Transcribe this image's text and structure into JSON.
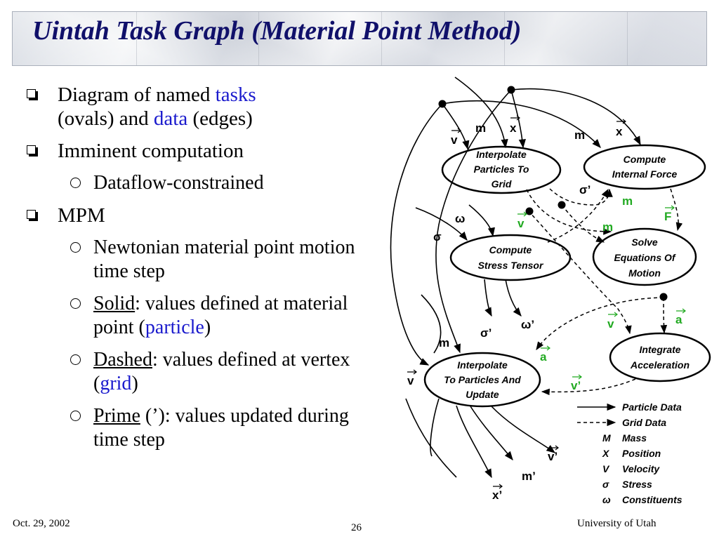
{
  "slide": {
    "title": "Uintah Task Graph (Material Point Method)",
    "footer_date": "Oct. 29, 2002",
    "page_number": "26",
    "footer_org": "University of Utah"
  },
  "bullets": {
    "b1_pre": "Diagram of named ",
    "b1_tasks": "tasks",
    "b1_mid": "(ovals) and ",
    "b1_data": "data",
    "b1_post": " (edges)",
    "b2": "Imminent computation",
    "b2_sub1": "Dataflow-constrained",
    "b3": "MPM",
    "b3_sub1": "Newtonian material point motion time step",
    "b3_sub2_u": "Solid",
    "b3_sub2_pre": ": values defined at material point (",
    "b3_sub2_blue": "particle",
    "b3_sub2_post": ")",
    "b3_sub3_u": "Dashed",
    "b3_sub3_pre": ": values defined at vertex (",
    "b3_sub3_blue": "grid",
    "b3_sub3_post": ")",
    "b3_sub4_u": "Prime",
    "b3_sub4_rest": " (’): values updated during time step"
  },
  "diagram": {
    "nodes": {
      "interp_p2g": [
        "Interpolate",
        "Particles To",
        "Grid"
      ],
      "compute_internal": [
        "Compute",
        "Internal Force"
      ],
      "compute_stress": [
        "Compute",
        "Stress Tensor"
      ],
      "solve_eq": [
        "Solve",
        "Equations Of",
        "Motion"
      ],
      "integrate_acc": [
        "Integrate",
        "Acceleration"
      ],
      "interp_update": [
        "Interpolate",
        "To Particles And",
        "Update"
      ]
    },
    "edge_labels": {
      "m": "m",
      "x": "x",
      "v": "v",
      "sigma": "σ",
      "omega": "ω",
      "sigma_prime": "σ’",
      "omega_prime": "ω’",
      "F": "F",
      "a": "a",
      "v_prime": "v’",
      "m_prime": "m’",
      "x_prime": "x’"
    },
    "colors": {
      "grid_data_label": "#22aa22",
      "text_blue": "#1a1acd",
      "title_color": "#10106a"
    },
    "legend": {
      "particle": "Particle Data",
      "grid": "Grid Data",
      "M_sym": "M",
      "M": "Mass",
      "X_sym": "X",
      "X": "Position",
      "V_sym": "V",
      "V": "Velocity",
      "S_sym": "σ",
      "S": "Stress",
      "W_sym": "ω",
      "W": "Constituents"
    }
  }
}
